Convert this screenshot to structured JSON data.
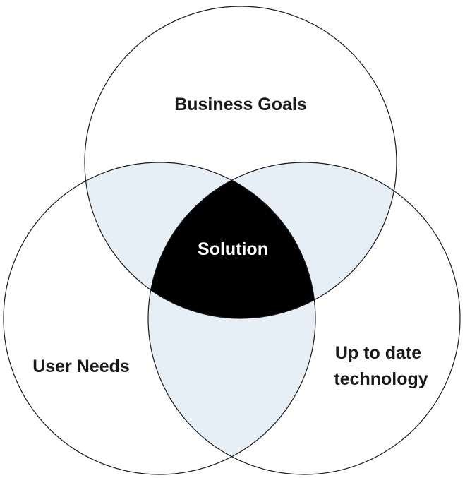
{
  "diagram": {
    "circles": {
      "top": {
        "label": "Business Goals"
      },
      "left": {
        "label": "User Needs"
      },
      "right": {
        "label_line1": "Up to date",
        "label_line2": "technology"
      }
    },
    "center": {
      "label": "Solution"
    },
    "colors": {
      "outline": "#1a1a1a",
      "pairwise_overlap": "#e6eff6",
      "triple_overlap": "#000000",
      "background": "#ffffff",
      "center_text": "#ffffff"
    }
  }
}
